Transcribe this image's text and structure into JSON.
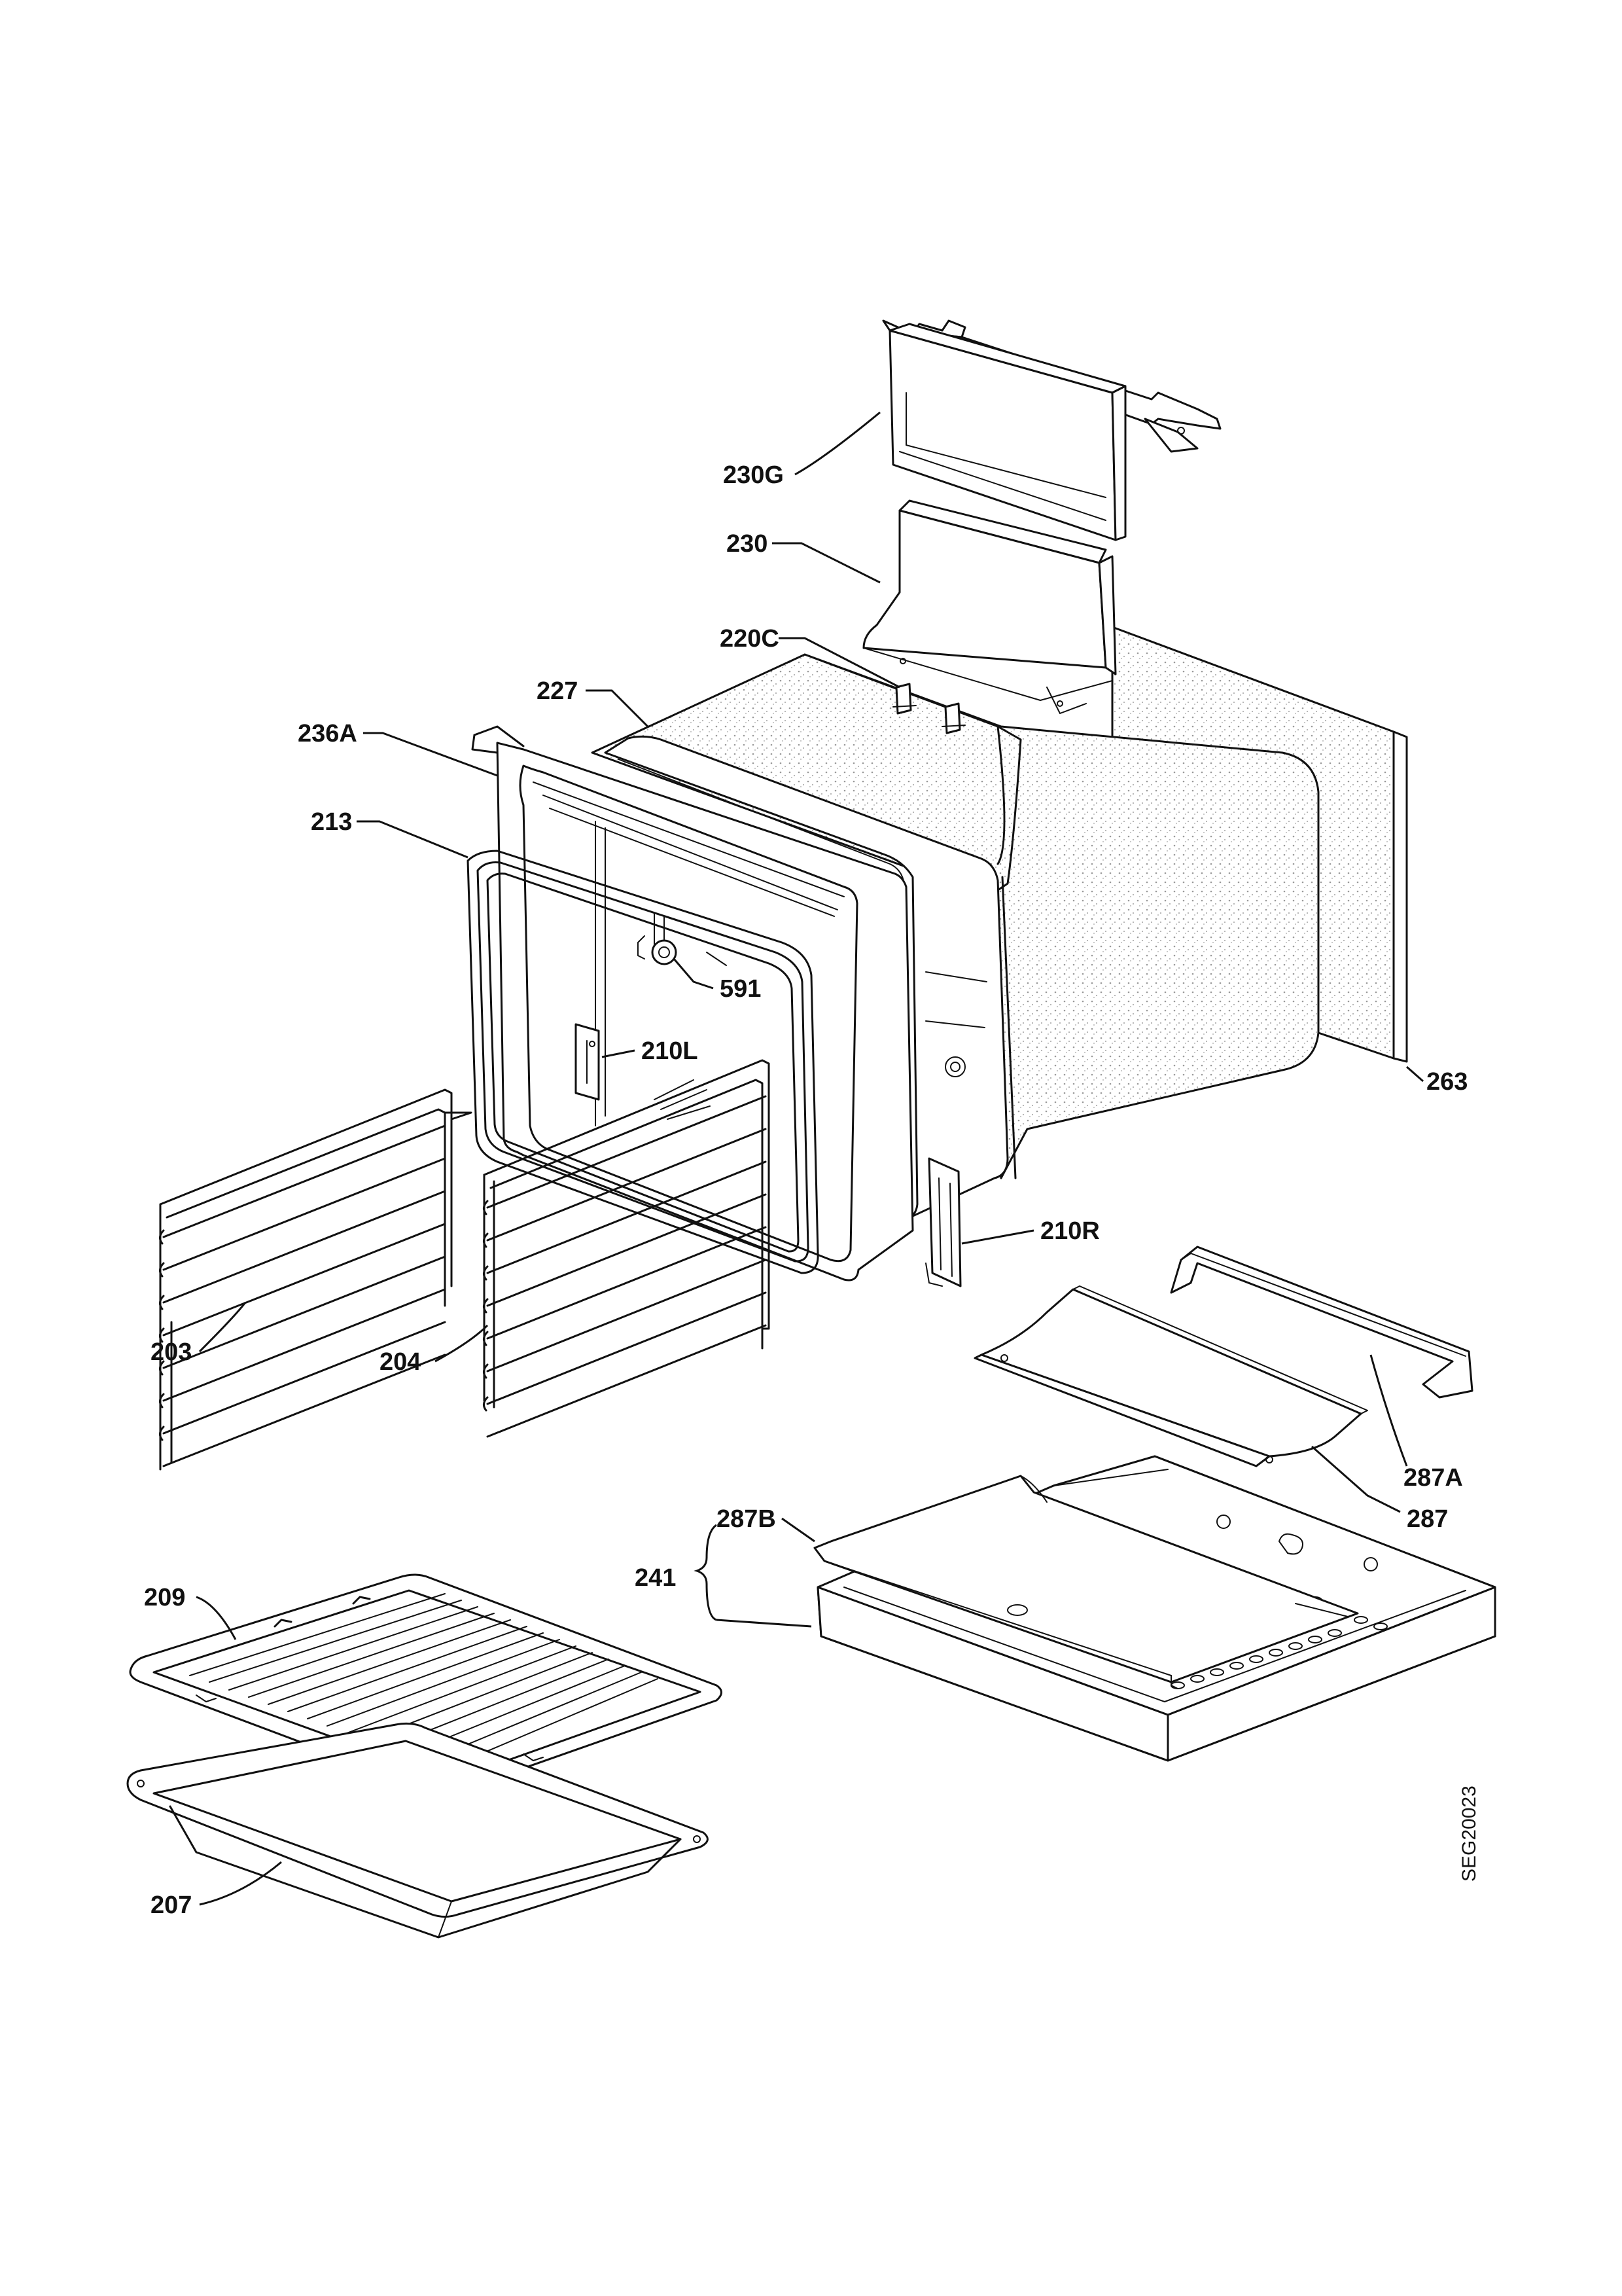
{
  "figure_code": "SEG20023",
  "callouts": {
    "p230G": "230G",
    "p230": "230",
    "p220C": "220C",
    "p227": "227",
    "p236A": "236A",
    "p213": "213",
    "p591": "591",
    "p210L": "210L",
    "p263": "263",
    "p210R": "210R",
    "p203": "203",
    "p204": "204",
    "p287A": "287A",
    "p287": "287",
    "p287B": "287B",
    "p241": "241",
    "p209": "209",
    "p207": "207"
  },
  "colors": {
    "line": "#111111",
    "background": "#ffffff",
    "speckle": "#bfbfbf"
  }
}
